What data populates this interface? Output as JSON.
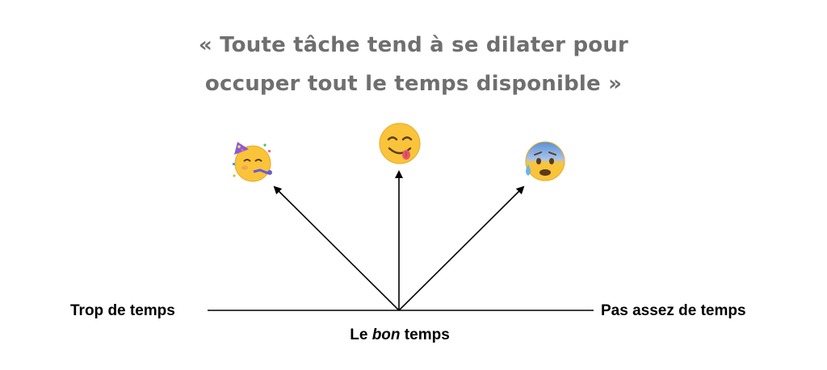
{
  "quote": {
    "line1": "« Toute tâche tend à se dilater pour",
    "line2": "occuper tout le temps disponible »"
  },
  "axis": {
    "left_label": "Trop de temps",
    "right_label": "Pas assez de temps",
    "center_label_prefix": "Le ",
    "center_label_emphasis": "bon",
    "center_label_suffix": " temps"
  },
  "emojis": [
    {
      "name": "partying-face",
      "direction": "left"
    },
    {
      "name": "face-savoring-food",
      "direction": "up"
    },
    {
      "name": "anxious-face-with-sweat",
      "direction": "right"
    }
  ],
  "colors": {
    "quote_text": "#6f6f6f",
    "lines": "#000000",
    "emoji_yellow": "#f9c43a",
    "emoji_blue": "#5b8fd6"
  }
}
